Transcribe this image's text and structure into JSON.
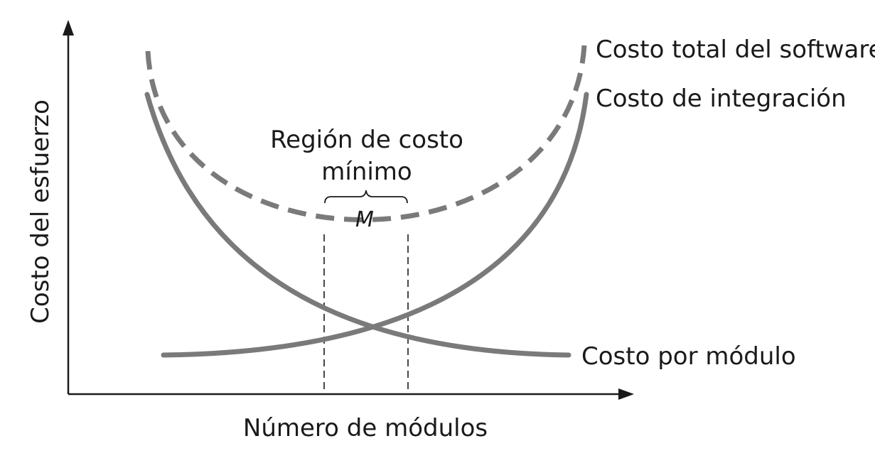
{
  "axes": {
    "y_label": "Costo del esfuerzo",
    "x_label": "Número de módulos"
  },
  "curves": {
    "total": {
      "label": "Costo total del software",
      "style": "dashed"
    },
    "integration": {
      "label": "Costo de integración",
      "style": "solid"
    },
    "per_module": {
      "label": "Costo por módulo",
      "style": "solid"
    }
  },
  "region": {
    "title_line1": "Región de costo",
    "title_line2": "mínimo",
    "marker": "M"
  },
  "colors": {
    "curve": "#7a7a7a",
    "axis": "#1a1a1a",
    "text": "#1a1a1a"
  }
}
